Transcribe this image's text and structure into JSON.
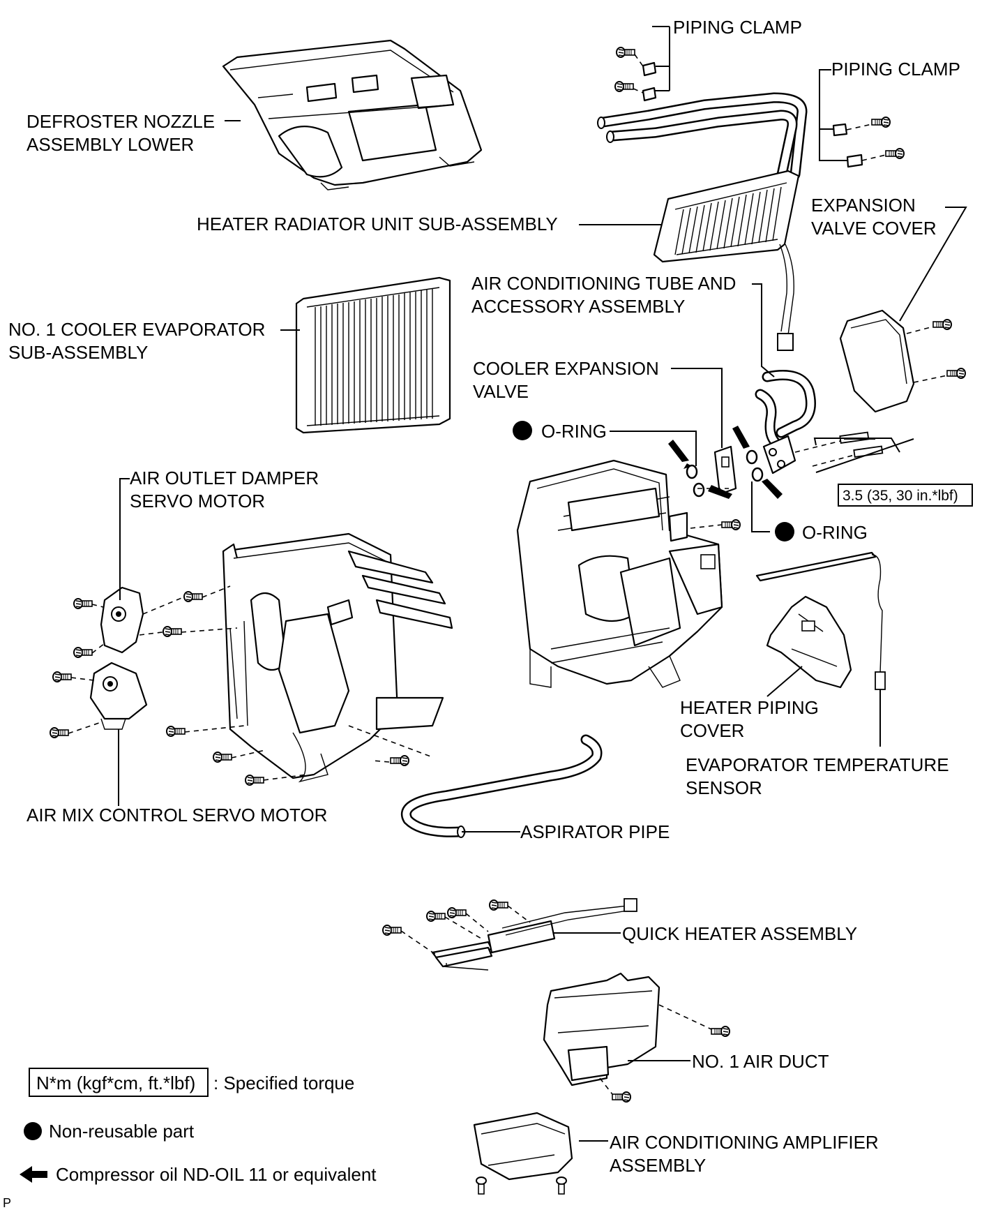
{
  "labels": {
    "piping_clamp_1": "PIPING CLAMP",
    "piping_clamp_2": "PIPING CLAMP",
    "defroster_line1": "DEFROSTER NOZZLE",
    "defroster_line2": "ASSEMBLY LOWER",
    "heater_radiator": "HEATER RADIATOR UNIT SUB-ASSEMBLY",
    "expansion_cover_line1": "EXPANSION",
    "expansion_cover_line2": "VALVE COVER",
    "ac_tube_line1": "AIR CONDITIONING TUBE AND",
    "ac_tube_line2": "ACCESSORY ASSEMBLY",
    "evaporator_line1": "NO. 1 COOLER EVAPORATOR",
    "evaporator_line2": "SUB-ASSEMBLY",
    "expansion_valve_line1": "COOLER EXPANSION",
    "expansion_valve_line2": "VALVE",
    "o_ring_1": "O-RING",
    "o_ring_2": "O-RING",
    "torque_value": "3.5 (35, 30 in.*lbf)",
    "outlet_servo_line1": "AIR OUTLET DAMPER",
    "outlet_servo_line2": "SERVO MOTOR",
    "heater_cover_line1": "HEATER PIPING",
    "heater_cover_line2": "COVER",
    "evap_sensor_line1": "EVAPORATOR TEMPERATURE",
    "evap_sensor_line2": "SENSOR",
    "air_mix_servo": "AIR MIX CONTROL SERVO MOTOR",
    "aspirator_pipe": "ASPIRATOR PIPE",
    "quick_heater": "QUICK HEATER ASSEMBLY",
    "air_duct": "NO. 1 AIR DUCT",
    "amplifier_line1": "AIR CONDITIONING AMPLIFIER",
    "amplifier_line2": "ASSEMBLY",
    "page_marker": "P"
  },
  "legend": {
    "torque_unit": "N*m (kgf*cm, ft.*lbf)",
    "torque_desc": ": Specified torque",
    "non_reusable": "Non-reusable part",
    "compressor_oil": "Compressor oil ND-OIL 11 or equivalent"
  }
}
